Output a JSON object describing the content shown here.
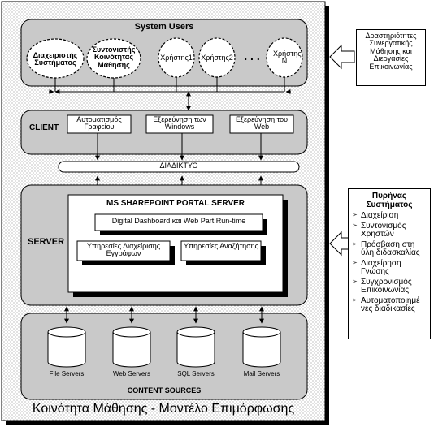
{
  "system_users": {
    "title": "System Users",
    "roles": [
      "Διαχειριστής Συστήματος",
      "Συντονιστής Κοινότητας Μάθησης"
    ],
    "users": [
      "Χρήστης1",
      "Χρήστης2",
      "Χρήστης Ν"
    ],
    "ellipsis": ". . ."
  },
  "user_activities_note": "Δραστηριότητες Συνεργατικής Μάθησης και Διεργασίες Επικοινωνίας",
  "client": {
    "label": "CLIENT",
    "apps": [
      "Αυτοματισμός Γραφείου",
      "Εξερεύνηση των Windows",
      "Εξερεύνηση του Web"
    ]
  },
  "internet_label": "ΔΙΑΔΙΚΤΥΟ",
  "server": {
    "label": "SERVER",
    "portal_title": "MS SHAREPOINT PORTAL SERVER",
    "dashboard": "Digital Dashboard και Web Part Run-time",
    "document_services": "Υπηρεσίες Διαχείρισης Εγγράφων",
    "search_services": "Υπηρεσίες Αναζήτησης"
  },
  "system_core": {
    "title": "Πυρήνας Συστήματος",
    "items": [
      "Διαχείριση",
      "Συντονισμός Χρηστών",
      "Πρόσβαση στη ύλη διδασκαλίας",
      "Διαχείρηση Γνώσης",
      "Συγχρονισμός Επικοινωνίας",
      "Αυτοματοποιημέ νες διαδικασίες"
    ]
  },
  "content_sources": {
    "label": "CONTENT SOURCES",
    "sources": [
      "File Servers",
      "Web Servers",
      "SQL Servers",
      "Mail Servers"
    ]
  },
  "footer_title": "Κοινότητα Μάθησης - Μοντέλο Επιμόρφωσης"
}
